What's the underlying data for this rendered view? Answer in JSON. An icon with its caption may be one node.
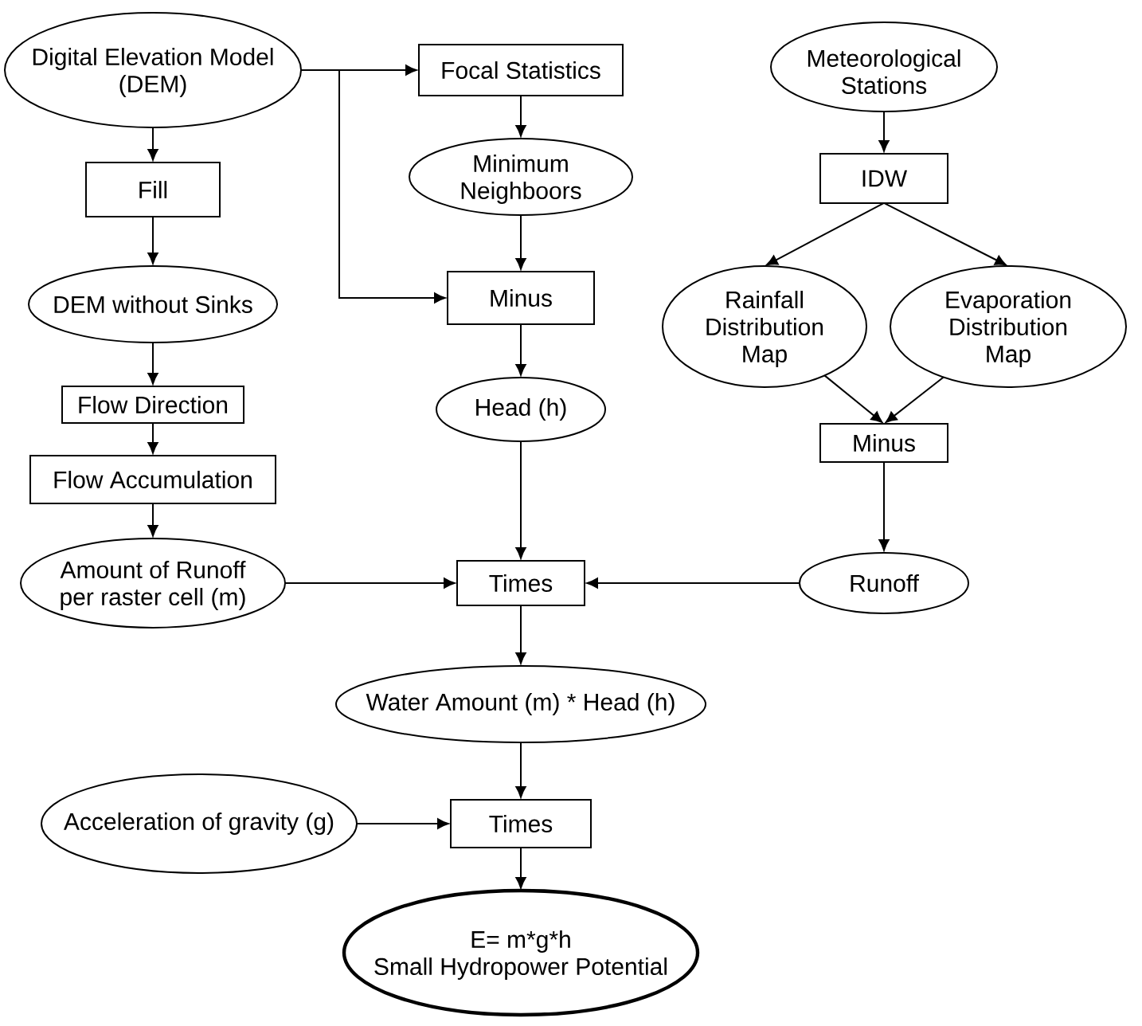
{
  "diagram": {
    "nodes": [
      {
        "text": [
          "Digital Elevation Model (DEM)"
        ]
      },
      {
        "text": [
          "Fill"
        ]
      },
      {
        "text": [
          "DEM without Sinks"
        ]
      },
      {
        "text": [
          "Flow Direction"
        ]
      },
      {
        "text": [
          "Flow Accumulation"
        ]
      },
      {
        "text": [
          "Amount of Runoff per raster cell (m)"
        ]
      },
      {
        "text": [
          "Focal Statistics"
        ]
      },
      {
        "text": [
          "Minimum Neighboors"
        ]
      },
      {
        "text": [
          "Minus"
        ]
      },
      {
        "text": [
          "Head (h)"
        ]
      },
      {
        "text": [
          "Meteorological Stations"
        ]
      },
      {
        "text": [
          "IDW"
        ]
      },
      {
        "text": [
          "Rainfall Distribution Map"
        ]
      },
      {
        "text": [
          "Evaporation Distribution Map"
        ]
      },
      {
        "text": [
          "Minus"
        ]
      },
      {
        "text": [
          "Runoff"
        ]
      },
      {
        "text": [
          "Times"
        ]
      },
      {
        "text": [
          "Water Amount (m) * Head (h)"
        ]
      },
      {
        "text": [
          "Acceleration of gravity (g)"
        ]
      },
      {
        "text": [
          "Times"
        ]
      },
      {
        "text": [
          "E= m*g*h",
          "Small Hydropower Potential"
        ]
      }
    ],
    "edges": [
      {
        "from": 0,
        "to": 1,
        "arrow": "to"
      },
      {
        "from": 1,
        "to": 2,
        "arrow": "to"
      },
      {
        "from": 2,
        "to": 3,
        "arrow": "to"
      },
      {
        "from": 3,
        "to": 4,
        "arrow": "to"
      },
      {
        "from": 4,
        "to": 5,
        "arrow": "to"
      },
      {
        "from": 0,
        "to": 6,
        "arrow": "to"
      },
      {
        "from": 0,
        "to": 8,
        "arrow": "to"
      },
      {
        "from": 6,
        "to": 7,
        "arrow": "to"
      },
      {
        "from": 7,
        "to": 8,
        "arrow": "to"
      },
      {
        "from": 8,
        "to": 9,
        "arrow": "to"
      },
      {
        "from": 9,
        "to": 16,
        "arrow": "to"
      },
      {
        "from": 10,
        "to": 11,
        "arrow": "to"
      },
      {
        "from": 11,
        "to": 12,
        "arrow": "to"
      },
      {
        "from": 11,
        "to": 13,
        "arrow": "to"
      },
      {
        "from": 12,
        "to": 14,
        "arrow": "to"
      },
      {
        "from": 13,
        "to": 14,
        "arrow": "to"
      },
      {
        "from": 14,
        "to": 15,
        "arrow": "to"
      },
      {
        "from": 5,
        "to": 16,
        "arrow": "to"
      },
      {
        "from": 15,
        "to": 16,
        "arrow": "to"
      },
      {
        "from": 16,
        "to": 17,
        "arrow": "to"
      },
      {
        "from": 17,
        "to": 19,
        "arrow": "to"
      },
      {
        "from": 18,
        "to": 19,
        "arrow": "to"
      },
      {
        "from": 19,
        "to": 20,
        "arrow": "to"
      }
    ]
  }
}
